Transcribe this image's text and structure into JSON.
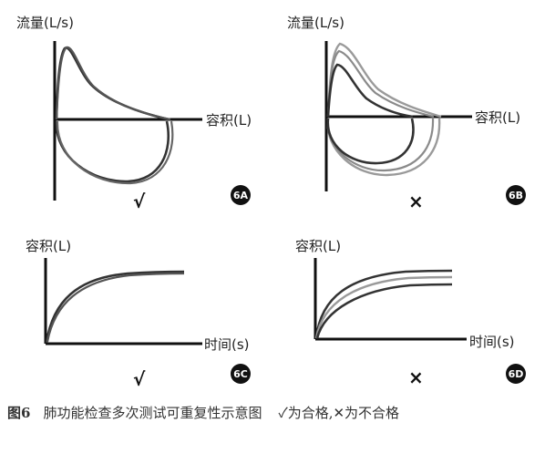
{
  "panels": [
    {
      "id": "6A",
      "ylabel": "流量(L/s)",
      "xlabel": "容积(L)",
      "verdict": "√"
    },
    {
      "id": "6B",
      "ylabel": "流量(L/s)",
      "xlabel": "容积(L)",
      "verdict": "×"
    },
    {
      "id": "6C",
      "ylabel": "容积(L)",
      "xlabel": "时间(s)",
      "verdict": "√"
    },
    {
      "id": "6D",
      "ylabel": "容积(L)",
      "xlabel": "时间(s)",
      "verdict": "×"
    }
  ],
  "caption": {
    "figure_no": "图6",
    "title": "肺功能检查多次测试可重复性示意图",
    "legend": "✓为合格,✕为不合格"
  },
  "colors": {
    "dark": "#3a3a3a",
    "light": "#9a9a9a",
    "axis": "#111111"
  }
}
